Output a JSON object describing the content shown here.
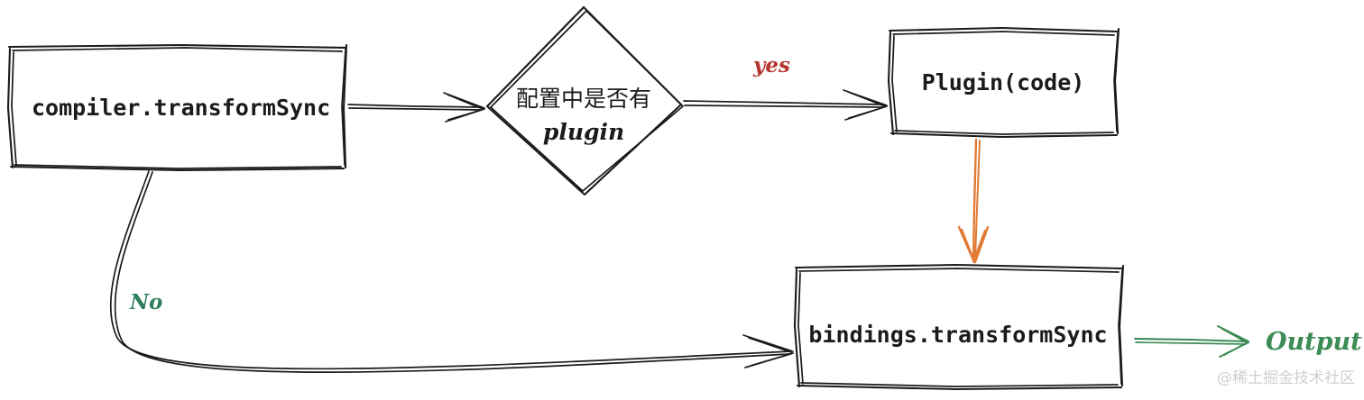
{
  "diagram": {
    "title": "compiler.transformSync plugin flow",
    "colors": {
      "ink": "#1b1b1b",
      "yes": "#b5352e",
      "no": "#2e7d5b",
      "output": "#3d8b55",
      "plugin_arrow": "#e07b34",
      "watermark": "#cfcfcf",
      "background": "#ffffff"
    },
    "nodes": [
      {
        "id": "compiler",
        "shape": "rect",
        "label": "compiler.transformSync",
        "label_style": "mono"
      },
      {
        "id": "decision",
        "shape": "diamond",
        "label_line1": "配置中是否有",
        "label_line2": "plugin",
        "label_style": "cjk+hand"
      },
      {
        "id": "plugin",
        "shape": "rect",
        "label": "Plugin(code)",
        "label_style": "mono"
      },
      {
        "id": "bindings",
        "shape": "rect",
        "label": "bindings.transformSync",
        "label_style": "mono"
      }
    ],
    "edges": [
      {
        "id": "compiler-to-decision",
        "label": "",
        "color": "#1b1b1b"
      },
      {
        "id": "decision-to-plugin",
        "label": "yes",
        "color": "#b5352e"
      },
      {
        "id": "compiler-to-bindings",
        "label": "No",
        "color": "#2e7d5b"
      },
      {
        "id": "plugin-to-bindings",
        "label": "",
        "color": "#e07b34"
      },
      {
        "id": "bindings-to-output",
        "label": "Output",
        "color": "#3d8b55"
      }
    ],
    "output_label": "Output",
    "watermark": "@稀土掘金技术社区"
  }
}
